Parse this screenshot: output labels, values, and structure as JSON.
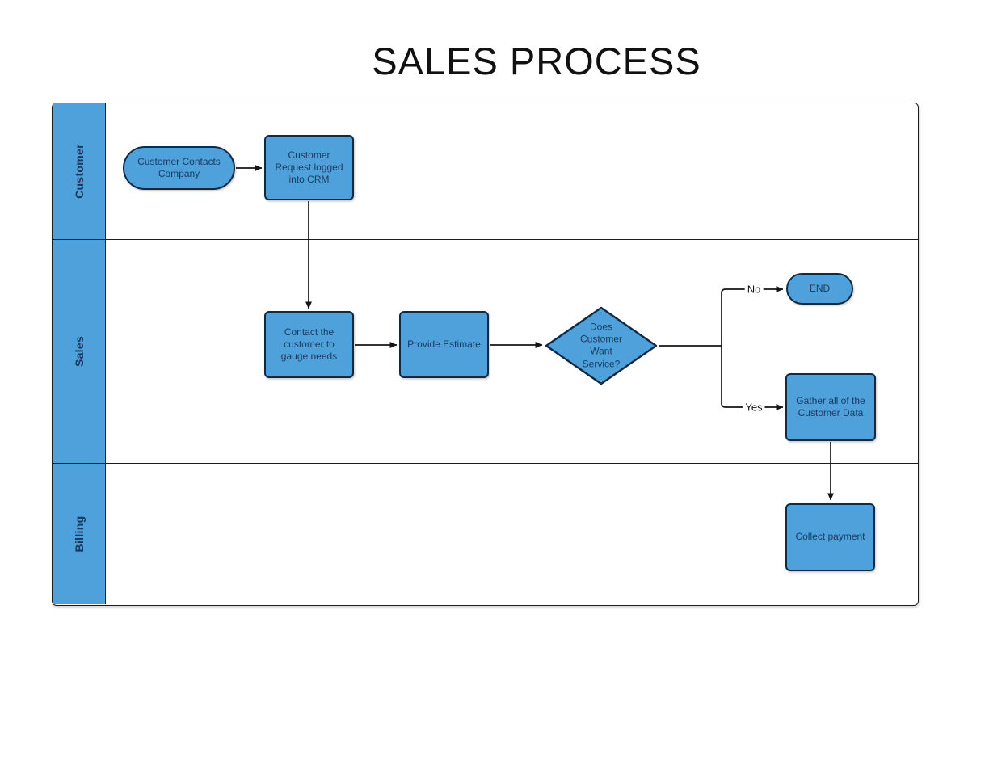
{
  "title": "SALES PROCESS",
  "lanes": {
    "customer": "Customer",
    "sales": "Sales",
    "billing": "Billing"
  },
  "nodes": {
    "start": "Customer Contacts Company",
    "crm": "Customer Request logged into CRM",
    "contact": "Contact the customer to gauge needs",
    "estimate": "Provide Estimate",
    "decision": "Does Customer Want Service?",
    "end": "END",
    "gather": "Gather all of the Customer Data",
    "collect": "Collect payment"
  },
  "edge_labels": {
    "no": "No",
    "yes": "Yes"
  },
  "colors": {
    "shape_fill": "#4FA1DC",
    "shape_border": "#102A43",
    "shape_text": "#1B3A5E",
    "lane_header_fill": "#4FA1DC",
    "frame_line": "#1C1C1C",
    "connector": "#141414"
  }
}
